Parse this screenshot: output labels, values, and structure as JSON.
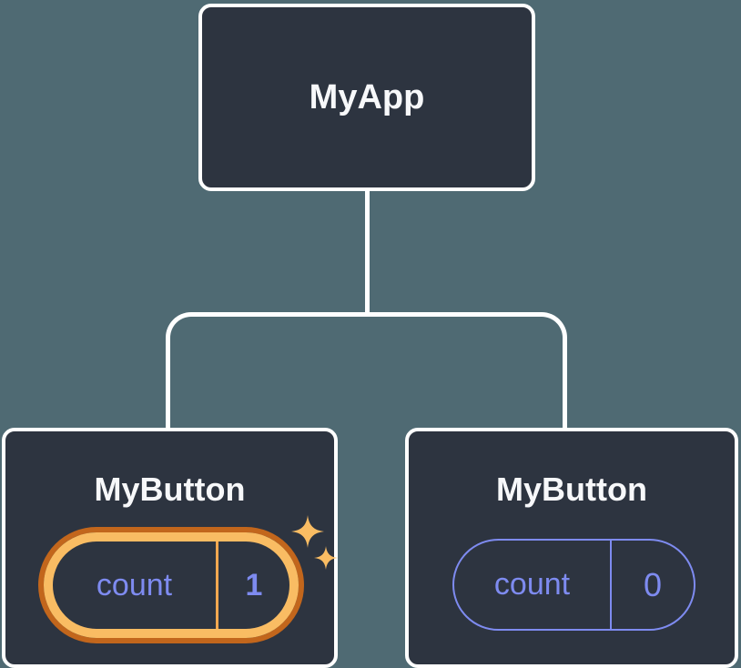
{
  "colors": {
    "background": "#4f6a73",
    "node_fill": "#2d3440",
    "node_border": "#ffffff",
    "title_text": "#f7f8fa",
    "state_purple": "#7e8bf0",
    "highlight_orange_dark": "#c2661c",
    "highlight_orange_light": "#f9bc63",
    "highlight_divider_orange": "#f2a850",
    "sparkle": "#f9bc63",
    "connector": "#ffffff"
  },
  "tree": {
    "root": {
      "label": "MyApp"
    },
    "children": [
      {
        "label": "MyButton",
        "state_name": "count",
        "state_value": "1",
        "highlighted": true
      },
      {
        "label": "MyButton",
        "state_name": "count",
        "state_value": "0",
        "highlighted": false
      }
    ]
  }
}
